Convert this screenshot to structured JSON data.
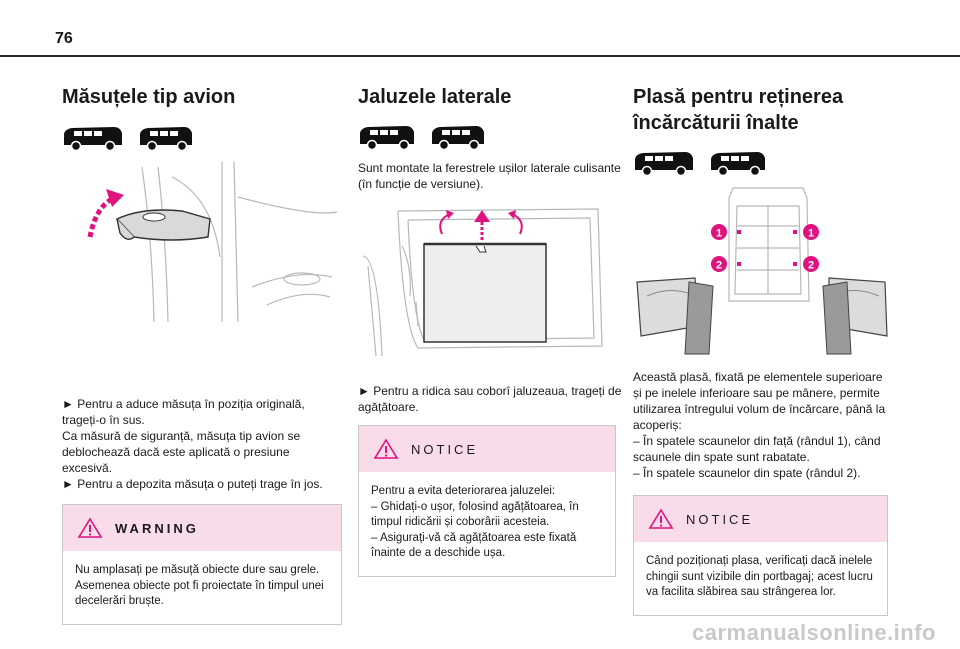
{
  "page": {
    "number": "76",
    "watermark": "carmanualsonline.info"
  },
  "colors": {
    "accent_pink": "#e0127f",
    "notice_bg": "#f9dcea"
  },
  "sections": [
    {
      "title": "Măsuțele tip avion",
      "paragraphs": [
        "► Pentru a aduce măsuța în poziția originală, trageți-o în sus.\nCa măsură de siguranță, măsuța tip avion se deblochează dacă este aplicată o presiune excesivă.\n► Pentru a depozita măsuța o puteți trage în jos."
      ],
      "notice": {
        "title": "WARNING",
        "text": "Nu amplasați pe măsuță obiecte dure sau grele. Asemenea obiecte pot fi proiectate în timpul unei decelerări bruște."
      }
    },
    {
      "title": "Jaluzele laterale",
      "intro": "Sunt montate la ferestrele ușilor laterale culisante (în funcție de versiune).",
      "paragraphs": [
        "► Pentru a ridica sau coborî jaluzeaua, trageți de agățătoare."
      ],
      "notice": {
        "title": "NOTICE",
        "text": "Pentru a evita deteriorarea jaluzelei:\n–  Ghidați-o ușor, folosind agățătoarea, în timpul ridicării și coborârii acesteia.\n–  Asigurați-vă că agățătoarea este fixată înainte de a deschide ușa."
      }
    },
    {
      "title_line1": "Plasă pentru reținerea",
      "title_line2": "încărcăturii înalte",
      "labels": [
        "1",
        "1",
        "2",
        "2"
      ],
      "paragraphs": [
        "Această plasă, fixată pe elementele superioare și pe inelele inferioare sau pe mânere, permite utilizarea întregului volum de încărcare, până la acoperiș:\n–  În spatele scaunelor din față (rândul 1), când scaunele din spate sunt rabatate.\n–  În spatele scaunelor din spate (rândul 2)."
      ],
      "notice": {
        "title": "NOTICE",
        "text": "Când poziționați plasa, verificați dacă inelele chingii sunt vizibile din portbagaj; acest lucru va facilita slăbirea sau strângerea lor."
      }
    }
  ]
}
